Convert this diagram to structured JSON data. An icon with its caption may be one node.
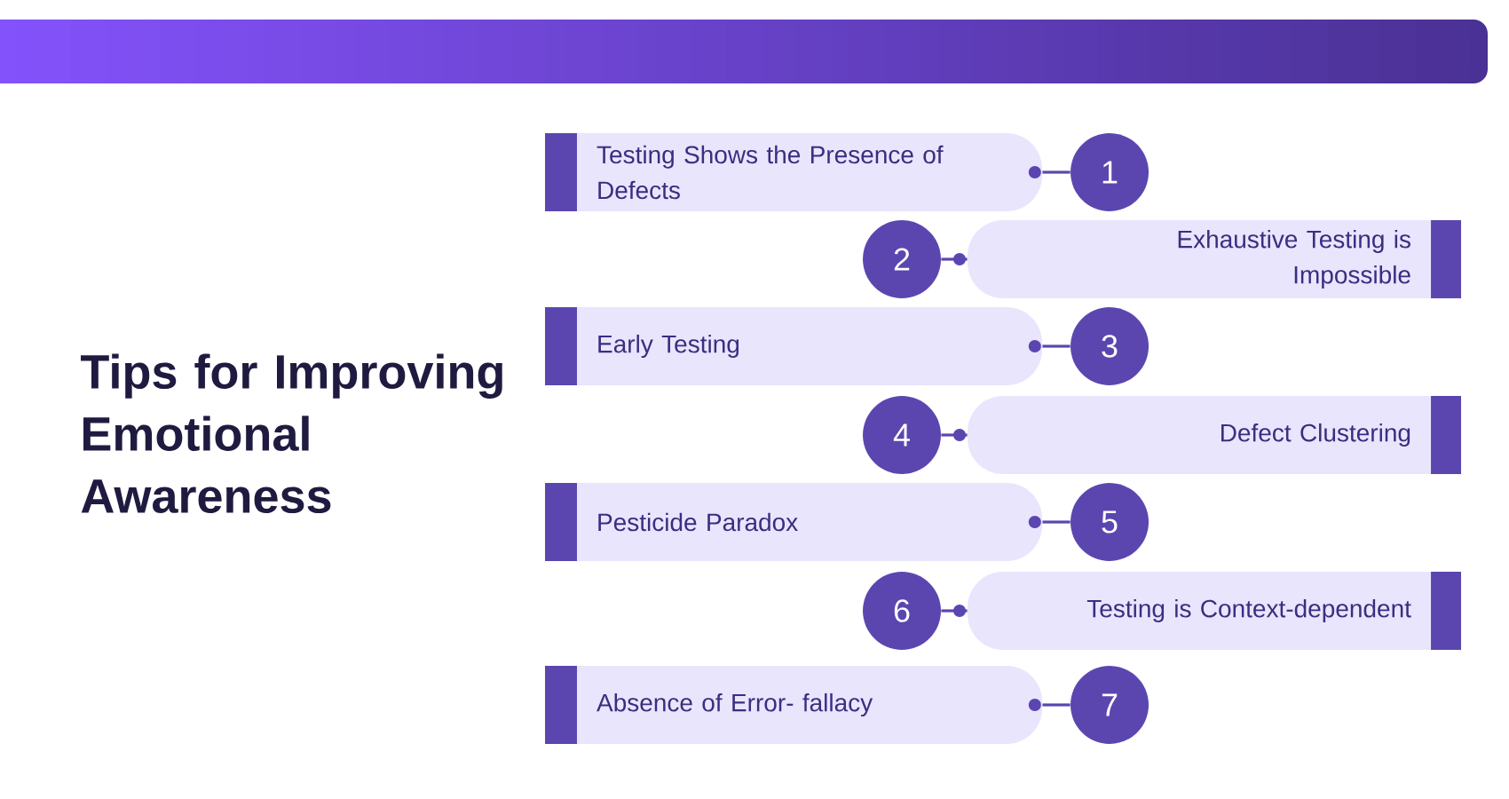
{
  "diagram": {
    "title": "Tips for Improving Emotional Awareness",
    "nodes": [
      {
        "text": [
          "Testing Shows the Presence of Defects"
        ]
      },
      {
        "text": [
          "1"
        ]
      },
      {
        "text": [
          "2"
        ]
      },
      {
        "text": [
          "Exhaustive Testing is Impossible"
        ]
      },
      {
        "text": [
          "Early Testing"
        ]
      },
      {
        "text": [
          "3"
        ]
      },
      {
        "text": [
          "4"
        ]
      },
      {
        "text": [
          "Defect Clustering"
        ]
      },
      {
        "text": [
          "Pesticide Paradox"
        ]
      },
      {
        "text": [
          "5"
        ]
      },
      {
        "text": [
          "6"
        ]
      },
      {
        "text": [
          "Testing is Context-dependent"
        ]
      },
      {
        "text": [
          "Absence of Error- fallacy"
        ]
      },
      {
        "text": [
          "7"
        ]
      }
    ],
    "edges": [
      {
        "from": 1,
        "to": 0,
        "arrow": "other"
      },
      {
        "from": 2,
        "to": 3,
        "arrow": "other"
      },
      {
        "from": 5,
        "to": 4,
        "arrow": "other"
      },
      {
        "from": 6,
        "to": 7,
        "arrow": "other"
      },
      {
        "from": 9,
        "to": 8,
        "arrow": "other"
      },
      {
        "from": 10,
        "to": 11,
        "arrow": "other"
      },
      {
        "from": 13,
        "to": 12,
        "arrow": "other"
      }
    ]
  }
}
